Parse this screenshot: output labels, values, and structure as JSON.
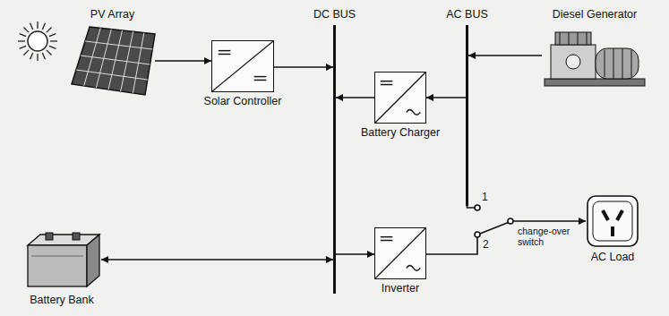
{
  "diagram": {
    "nodes": [
      {
        "text": [
          "PV Array"
        ]
      },
      {
        "text": [
          "DC BUS"
        ]
      },
      {
        "text": [
          "AC BUS"
        ]
      },
      {
        "text": [
          "Diesel Generator"
        ]
      },
      {
        "text": [
          "Solar Controller"
        ]
      },
      {
        "text": [
          "Battery Charger"
        ]
      },
      {
        "text": [
          "Battery Bank"
        ]
      },
      {
        "text": [
          "Inverter"
        ]
      },
      {
        "text": [
          "AC Load"
        ]
      }
    ],
    "edges": [
      {
        "from": 0,
        "to": 4,
        "arrow": "to"
      },
      {
        "from": 4,
        "to": 1,
        "arrow": "to"
      },
      {
        "from": 2,
        "to": 5,
        "arrow": "to"
      },
      {
        "from": 5,
        "to": 1,
        "arrow": "to"
      },
      {
        "from": 3,
        "to": 2,
        "arrow": "to"
      },
      {
        "from": 6,
        "to": 1,
        "arrow": "both"
      },
      {
        "from": 1,
        "to": 7,
        "arrow": "to"
      }
    ],
    "labels": [
      "1",
      "2",
      "change-over switch"
    ]
  }
}
